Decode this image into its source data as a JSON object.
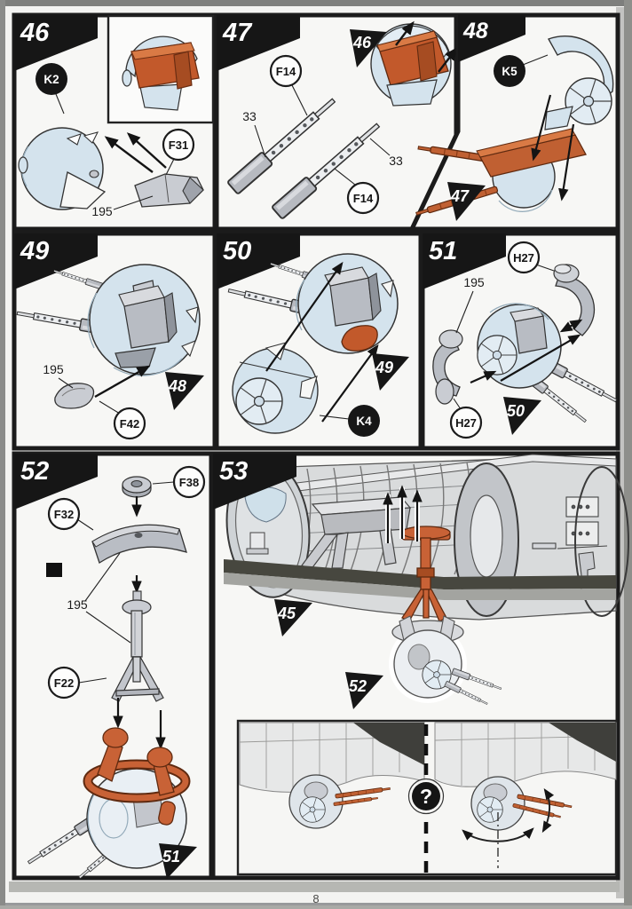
{
  "page": {
    "number": "8"
  },
  "colors": {
    "highlight_orange": "#c06032",
    "clear_part_blue": "#d4e3ed",
    "plastic_grey": "#c3c6cc",
    "panel_border": "#1b1b1b",
    "badge_black": "#161616"
  },
  "panels": {
    "p46": {
      "step": "46",
      "callout_k2": "K2",
      "callout_f31": "F31",
      "label_195": "195"
    },
    "p47": {
      "step": "47",
      "callout_f14_a": "F14",
      "callout_f14_b": "F14",
      "label_33_a": "33",
      "label_33_b": "33",
      "ref_46": "46"
    },
    "p48": {
      "step": "48",
      "callout_k5": "K5",
      "ref_47": "47"
    },
    "p49": {
      "step": "49",
      "callout_f42": "F42",
      "label_195": "195",
      "ref_48": "48"
    },
    "p50": {
      "step": "50",
      "callout_k4": "K4",
      "ref_49": "49"
    },
    "p51": {
      "step": "51",
      "callout_h27_a": "H27",
      "callout_h27_b": "H27",
      "label_195": "195",
      "ref_50": "50"
    },
    "p52": {
      "step": "52",
      "callout_f38": "F38",
      "callout_f32": "F32",
      "callout_f22": "F22",
      "label_195": "195",
      "ref_51": "51"
    },
    "p53": {
      "step": "53",
      "ref_45": "45",
      "ref_52": "52",
      "question_mark": "?"
    }
  }
}
